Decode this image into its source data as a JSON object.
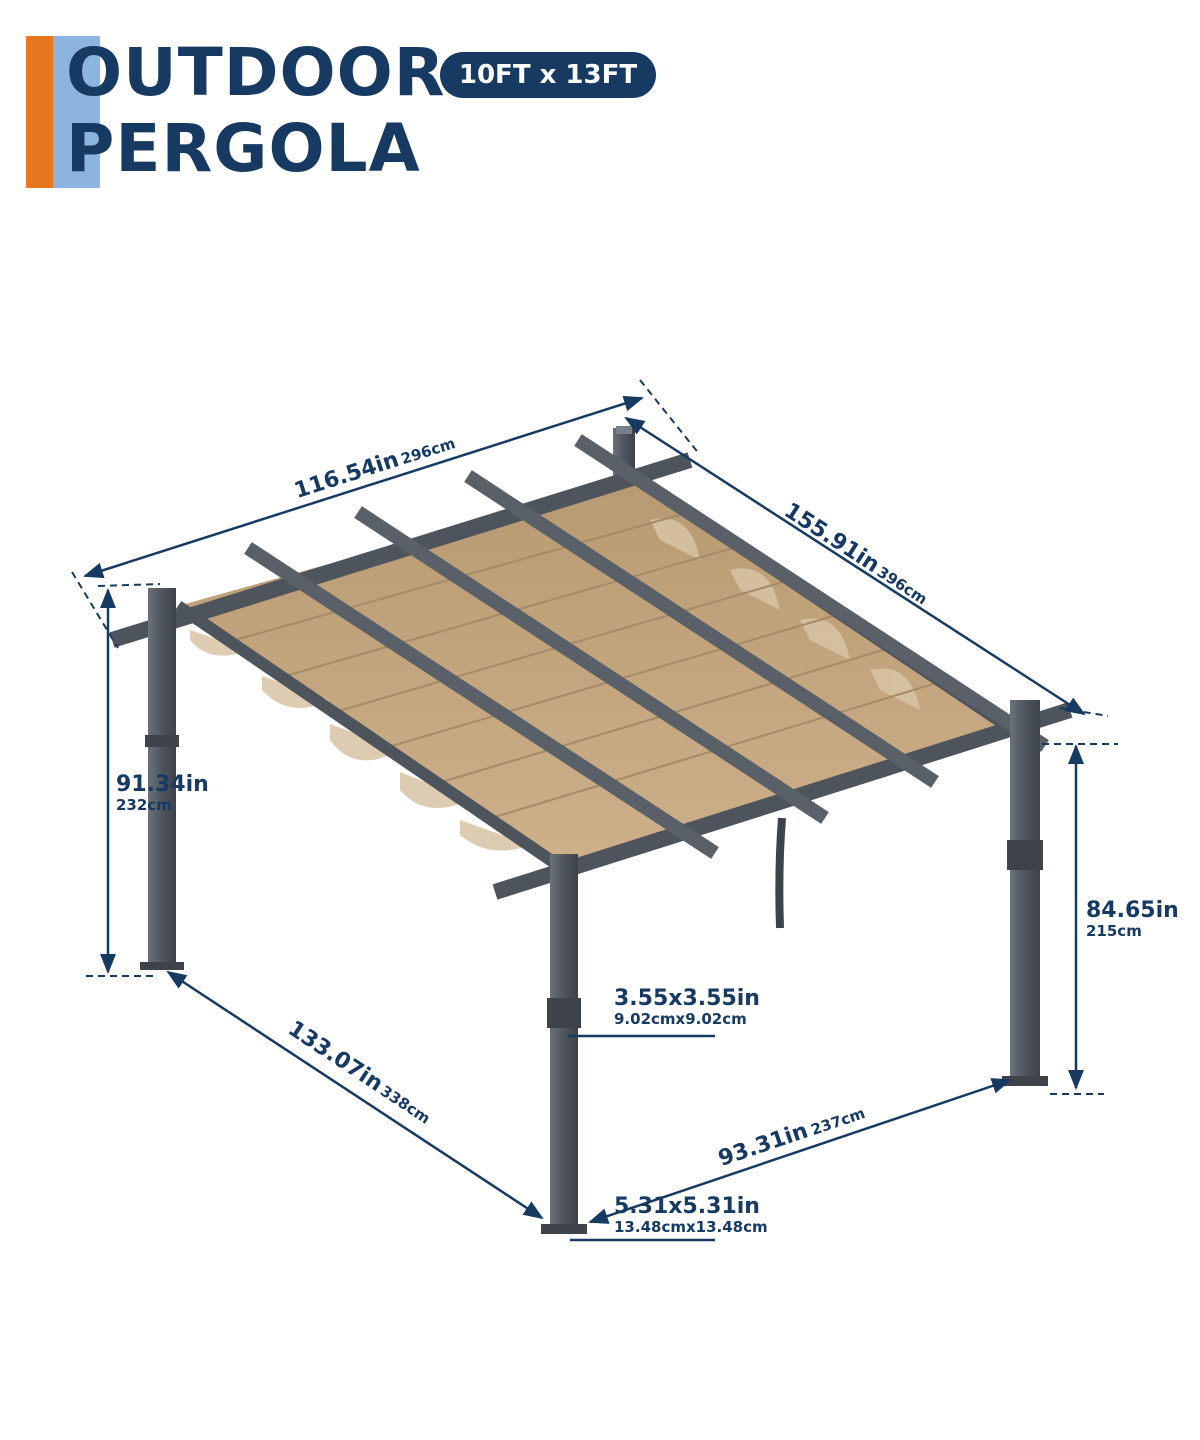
{
  "header": {
    "title_line1": "OUTDOOR",
    "title_line2": "PERGOLA",
    "size_badge": "10FT x 13FT"
  },
  "dimensions": {
    "top_width_in": "116.54in",
    "top_width_cm": "296cm",
    "top_length_in": "155.91in",
    "top_length_cm": "396cm",
    "left_height_in": "91.34in",
    "left_height_cm": "232cm",
    "right_height_in": "84.65in",
    "right_height_cm": "215cm",
    "base_length_in": "133.07in",
    "base_length_cm": "338cm",
    "base_width_in": "93.31in",
    "base_width_cm": "237cm",
    "post_size_in": "3.55x3.55in",
    "post_size_cm": "9.02cmx9.02cm",
    "foot_size_in": "5.31x5.31in",
    "foot_size_cm": "13.48cmx13.48cm"
  },
  "colors": {
    "navy": "#173A63",
    "orange_accent": "#E87722",
    "light_blue_accent": "#8DB4DE",
    "frame_gray": "#555B63",
    "canopy_tan": "#C3A57F"
  }
}
